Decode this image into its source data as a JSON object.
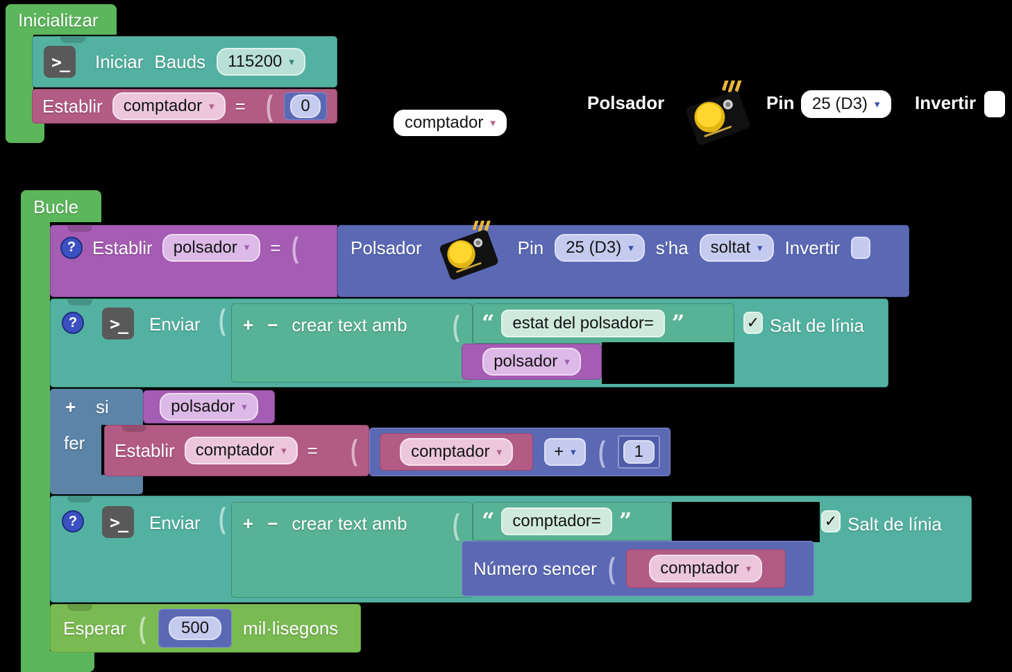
{
  "icons": {
    "terminal": ">_",
    "help": "?",
    "arrow": "▾",
    "check": "✓",
    "quote_open": "“",
    "quote_close": "”"
  },
  "init": {
    "hat": "Inicialitzar",
    "serial": {
      "label": "Iniciar",
      "bauds_label": "Bauds",
      "baud_value": "115200"
    },
    "set_counter": {
      "label": "Establir",
      "var": "comptador",
      "equals": "=",
      "value": "0"
    }
  },
  "floating": {
    "var_getter": {
      "name": "comptador"
    },
    "button": {
      "title": "Polsador",
      "pin_label": "Pin",
      "pin_value": "25 (D3)",
      "invert_label": "Invertir"
    }
  },
  "loop": {
    "hat": "Bucle",
    "set_button": {
      "label": "Establir",
      "var": "polsador",
      "equals": "=",
      "value": {
        "title": "Polsador",
        "pin_label": "Pin",
        "pin_value": "25 (D3)",
        "event_label": "s'ha",
        "event_value": "soltat",
        "invert_label": "Invertir"
      }
    },
    "send_state": {
      "label": "Enviar",
      "plus": "+",
      "minus": "−",
      "create_text": "crear text amb",
      "text_value": "estat del polsador=",
      "var": "polsador",
      "newline": "Salt de línia"
    },
    "if_block": {
      "plus": "+",
      "if_label": "si",
      "do_label": "fer",
      "cond_var": "polsador",
      "set_counter": {
        "label": "Establir",
        "var": "comptador",
        "equals": "=",
        "operand_var": "comptador",
        "operator": "+",
        "operand_num": "1"
      }
    },
    "send_counter": {
      "label": "Enviar",
      "plus": "+",
      "minus": "−",
      "create_text": "crear text amb",
      "text_value": "comptador=",
      "int_label": "Número sencer",
      "var": "comptador",
      "newline": "Salt de línia"
    },
    "wait": {
      "label": "Esperar",
      "value": "500",
      "unit": "mil·lisegons"
    }
  }
}
